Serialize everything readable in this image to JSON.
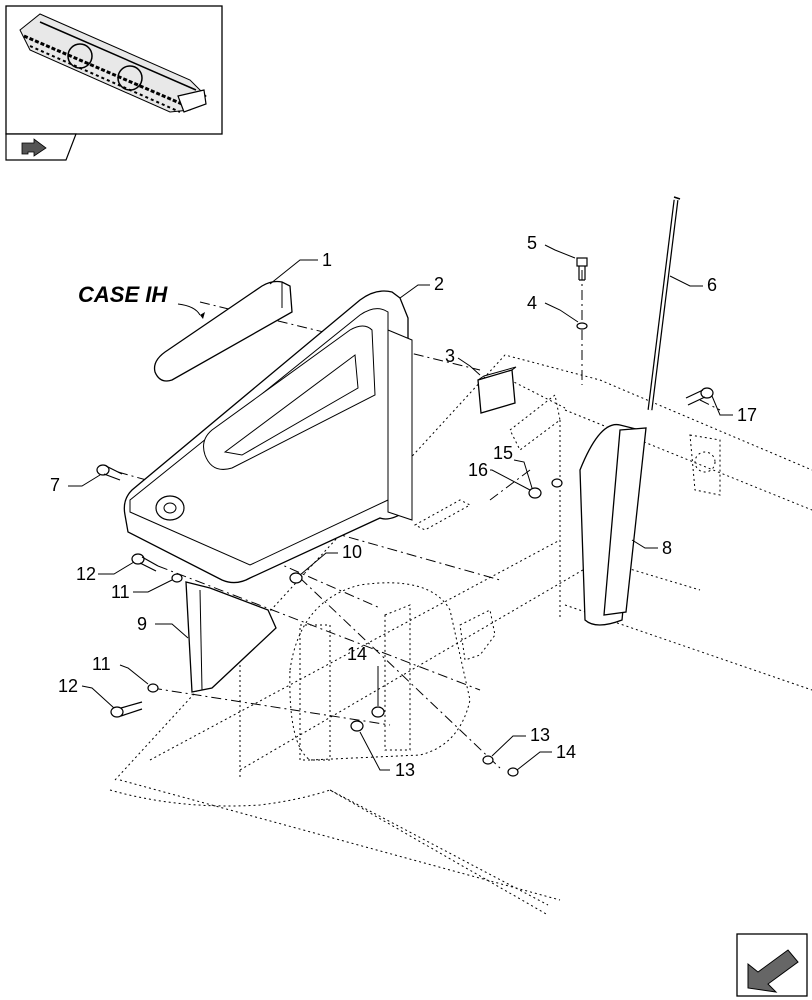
{
  "brand": {
    "logo_text": "CASE IH"
  },
  "callouts": {
    "c1": "1",
    "c2": "2",
    "c3": "3",
    "c4": "4",
    "c5": "5",
    "c6": "6",
    "c7": "7",
    "c8": "8",
    "c9": "9",
    "c10": "10",
    "c11a": "11",
    "c11b": "11",
    "c12a": "12",
    "c12b": "12",
    "c13a": "13",
    "c13b": "13",
    "c14a": "14",
    "c14b": "14",
    "c15": "15",
    "c16": "16",
    "c17": "17"
  },
  "colors": {
    "line": "#000000",
    "background": "#ffffff",
    "fill_gray": "#d9d9d9"
  },
  "icons": {
    "nav_arrow": "turn-arrow-icon",
    "corner_arrow": "exit-arrow-icon"
  }
}
